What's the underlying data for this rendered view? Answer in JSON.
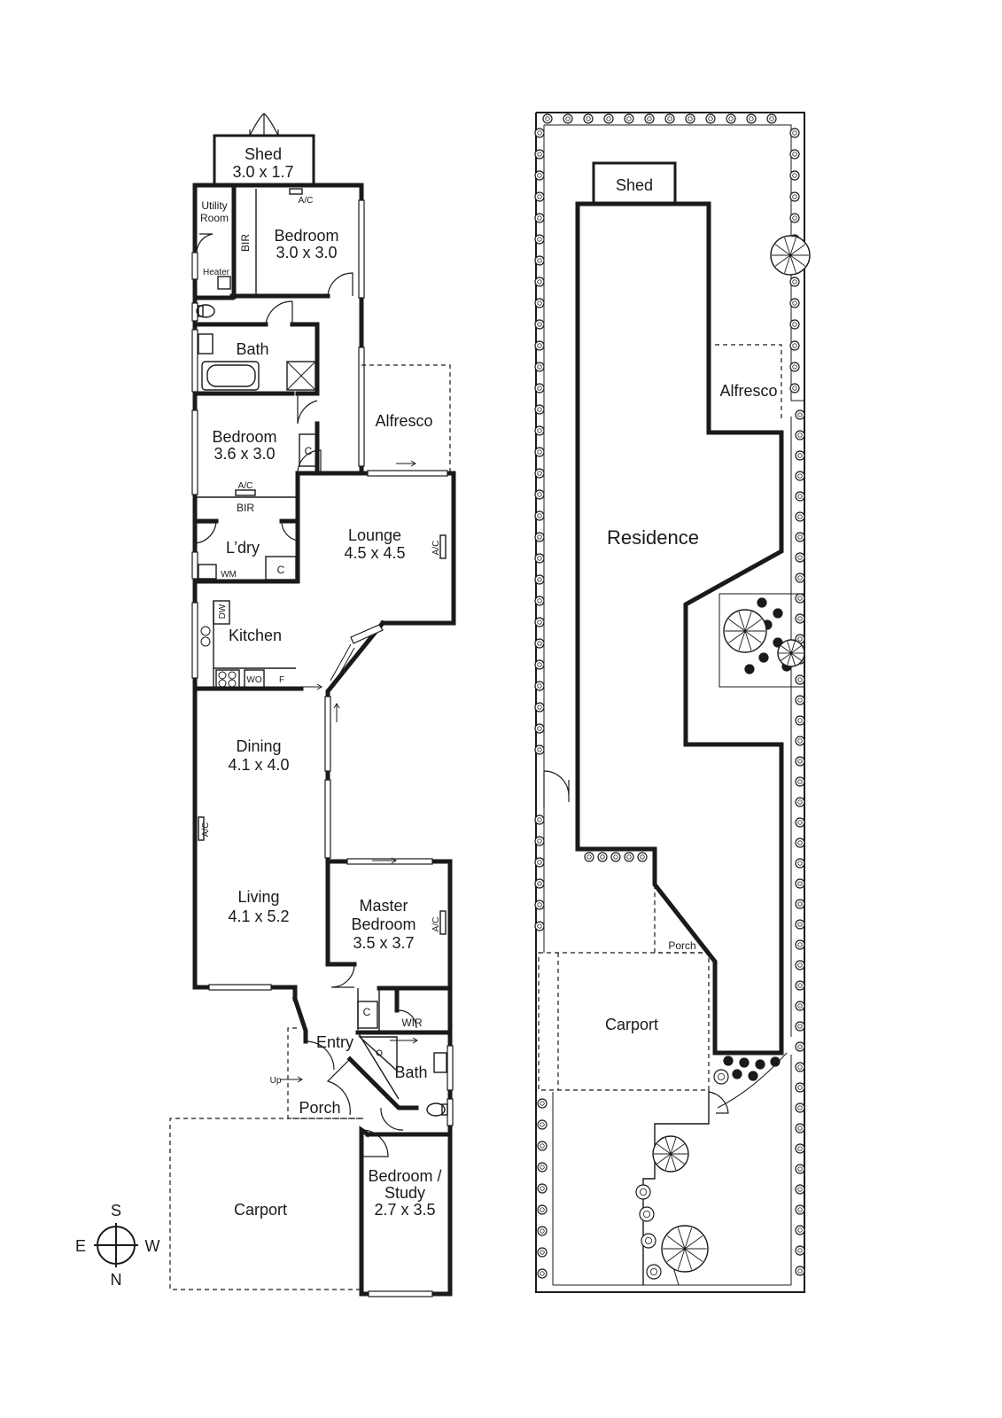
{
  "colors": {
    "ink": "#1a1a1a",
    "paper": "#ffffff"
  },
  "floorplan": {
    "shed": [
      "Shed",
      "3.0 x 1.7"
    ],
    "utility_room": [
      "Utility",
      "Room"
    ],
    "heater": "Heater",
    "bir": "BIR",
    "ac": "A/C",
    "bedroom_rear": [
      "Bedroom",
      "3.0 x 3.0"
    ],
    "bath": "Bath",
    "bedroom_mid": [
      "Bedroom",
      "3.6 x 3.0"
    ],
    "cupboard": "C",
    "laundry": "L’dry",
    "wm": "WM",
    "lounge": [
      "Lounge",
      "4.5 x 4.5"
    ],
    "alfresco": "Alfresco",
    "kitchen": "Kitchen",
    "dw": "DW",
    "wo": "WO",
    "fridge": "F",
    "dining": [
      "Dining",
      "4.1 x 4.0"
    ],
    "living": [
      "Living",
      "4.1 x 5.2"
    ],
    "master": [
      "Master",
      "Bedroom",
      "3.5 x 3.7"
    ],
    "wir": "WIR",
    "entry": "Entry",
    "ensuite": "Bath",
    "up": "Up",
    "porch": "Porch",
    "study": [
      "Bedroom /",
      "Study",
      "2.7 x 3.5"
    ],
    "carport": "Carport"
  },
  "siteplan": {
    "shed": "Shed",
    "alfresco": "Alfresco",
    "residence": "Residence",
    "porch": "Porch",
    "carport": "Carport"
  },
  "compass": {
    "south": "S",
    "east": "E",
    "west": "W",
    "north": "N"
  }
}
